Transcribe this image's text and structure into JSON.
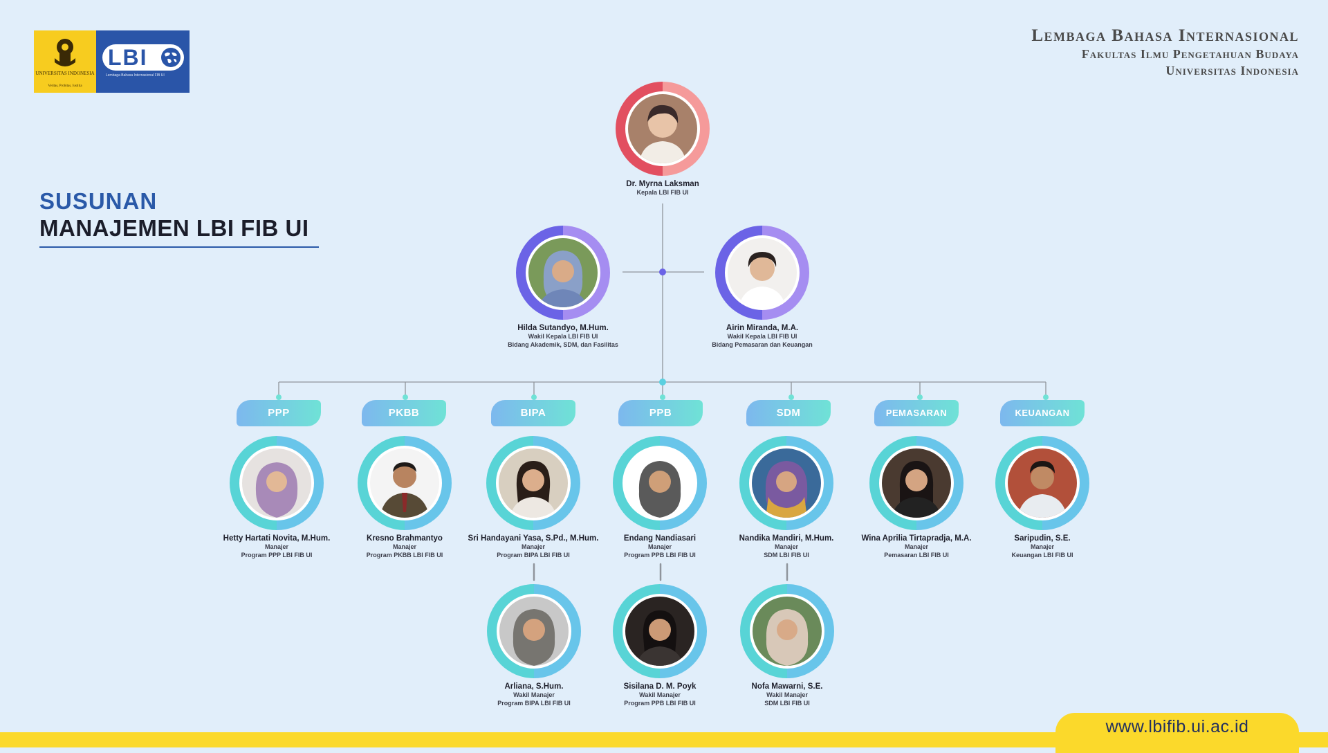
{
  "logos": {
    "ui_text": "UNIVERSITAS INDONESIA",
    "ui_motto": "Veritas, Probitas, Iustitia",
    "lbi_letters": "LBI",
    "lbi_tagline": "Lembaga Bahasa Internasional FIB UI"
  },
  "institution": {
    "line1": "Lembaga Bahasa Internasional",
    "line2": "Fakultas Ilmu Pengetahuan Budaya",
    "line3": "Universitas Indonesia"
  },
  "title": {
    "line1": "SUSUNAN",
    "line2": "MANAJEMEN LBI FIB UI"
  },
  "head": {
    "name": "Dr. Myrna Laksman",
    "role1": "Kepala LBI FIB UI"
  },
  "deputies": [
    {
      "name": "Hilda Sutandyo, M.Hum.",
      "role1": "Wakil Kepala LBI FIB UI",
      "role2": "Bidang Akademik, SDM, dan Fasilitas"
    },
    {
      "name": "Airin Miranda, M.A.",
      "role1": "Wakil Kepala LBI FIB UI",
      "role2": "Bidang Pemasaran dan Keuangan"
    }
  ],
  "departments": [
    {
      "label": "PPP",
      "manager": {
        "name": "Hetty Hartati Novita, M.Hum.",
        "role1": "Manajer",
        "role2": "Program PPP LBI FIB UI"
      }
    },
    {
      "label": "PKBB",
      "manager": {
        "name": "Kresno Brahmantyo",
        "role1": "Manajer",
        "role2": "Program PKBB LBI FIB UI"
      }
    },
    {
      "label": "BIPA",
      "manager": {
        "name": "Sri Handayani Yasa, S.Pd., M.Hum.",
        "role1": "Manajer",
        "role2": "Program BIPA LBI FIB UI"
      },
      "deputy": {
        "name": "Arliana, S.Hum.",
        "role1": "Wakil Manajer",
        "role2": "Program BIPA LBI FIB UI"
      }
    },
    {
      "label": "PPB",
      "manager": {
        "name": "Endang Nandiasari",
        "role1": "Manajer",
        "role2": "Program PPB LBI FIB UI"
      },
      "deputy": {
        "name": "Sisilana D. M. Poyk",
        "role1": "Wakil Manajer",
        "role2": "Program PPB LBI FIB UI"
      }
    },
    {
      "label": "SDM",
      "manager": {
        "name": "Nandika Mandiri, M.Hum.",
        "role1": "Manajer",
        "role2": "SDM LBI FIB UI"
      },
      "deputy": {
        "name": "Nofa Mawarni, S.E.",
        "role1": "Wakil Manajer",
        "role2": "SDM LBI FIB UI"
      }
    },
    {
      "label": "PEMASARAN",
      "manager": {
        "name": "Wina Aprilia Tirtapradja, M.A.",
        "role1": "Manajer",
        "role2": "Pemasaran LBI FIB UI"
      }
    },
    {
      "label": "KEUANGAN",
      "manager": {
        "name": "Saripudin, S.E.",
        "role1": "Manajer",
        "role2": "Keuangan LBI FIB UI"
      }
    }
  ],
  "footer": {
    "url": "www.lbifib.ui.ac.id"
  },
  "colors": {
    "background": "#e1eefa",
    "title_blue": "#2a59a8",
    "footer_yellow": "#fbd92b",
    "ring_red": "#e24f60",
    "ring_purple": "#6b63e6",
    "ring_teal": "#58d4d6"
  }
}
